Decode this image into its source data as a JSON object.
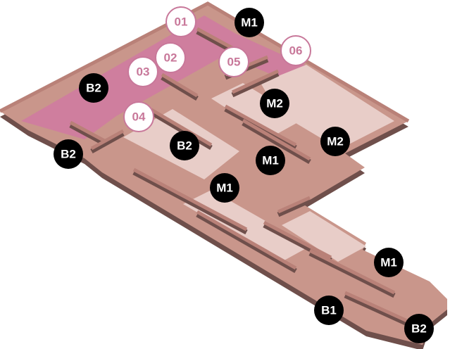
{
  "colors": {
    "corridor": "#cf7e9e",
    "room_floor": "#c9968b",
    "light_floor": "#e8cdc8",
    "wall_top": "#b98178",
    "wall_side": "#6f4f4b",
    "marker_white_border": "#c8789a",
    "marker_black": "#000000"
  },
  "markers": {
    "m01": {
      "label": "01",
      "style": "white"
    },
    "m02": {
      "label": "02",
      "style": "white"
    },
    "m03": {
      "label": "03",
      "style": "white"
    },
    "m04": {
      "label": "04",
      "style": "white"
    },
    "m05": {
      "label": "05",
      "style": "white"
    },
    "m06": {
      "label": "06",
      "style": "white"
    },
    "m1a": {
      "label": "M1",
      "style": "black"
    },
    "m1b": {
      "label": "M1",
      "style": "black"
    },
    "m1c": {
      "label": "M1",
      "style": "black"
    },
    "m1d": {
      "label": "M1",
      "style": "black"
    },
    "m2a": {
      "label": "M2",
      "style": "black"
    },
    "m2b": {
      "label": "M2",
      "style": "black"
    },
    "b2a": {
      "label": "B2",
      "style": "black"
    },
    "b2b": {
      "label": "B2",
      "style": "black"
    },
    "b2c": {
      "label": "B2",
      "style": "black"
    },
    "b2d": {
      "label": "B2",
      "style": "black"
    },
    "b1a": {
      "label": "B1",
      "style": "black"
    }
  }
}
